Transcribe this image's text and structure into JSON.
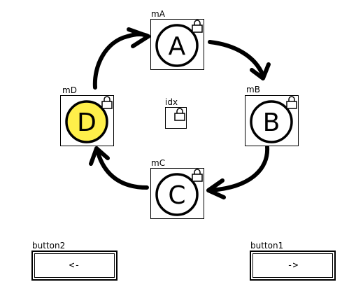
{
  "nodes": [
    {
      "id": "A",
      "tag": "mA",
      "letter": "A",
      "fill": "#ffffff"
    },
    {
      "id": "B",
      "tag": "mB",
      "letter": "B",
      "fill": "#ffffff"
    },
    {
      "id": "C",
      "tag": "mC",
      "letter": "C",
      "fill": "#ffffff"
    },
    {
      "id": "D",
      "tag": "mD",
      "letter": "D",
      "fill": "#ffef4a"
    }
  ],
  "index": {
    "tag": "idx"
  },
  "buttons": {
    "button2": {
      "tag": "button2",
      "label": "<-"
    },
    "button1": {
      "tag": "button1",
      "label": "->"
    }
  },
  "colors": {
    "ink": "#000000",
    "highlight": "#ffef4a",
    "background": "#ffffff"
  },
  "icons": {
    "lock": "lock-icon",
    "arrow": "cycle-arrow"
  }
}
